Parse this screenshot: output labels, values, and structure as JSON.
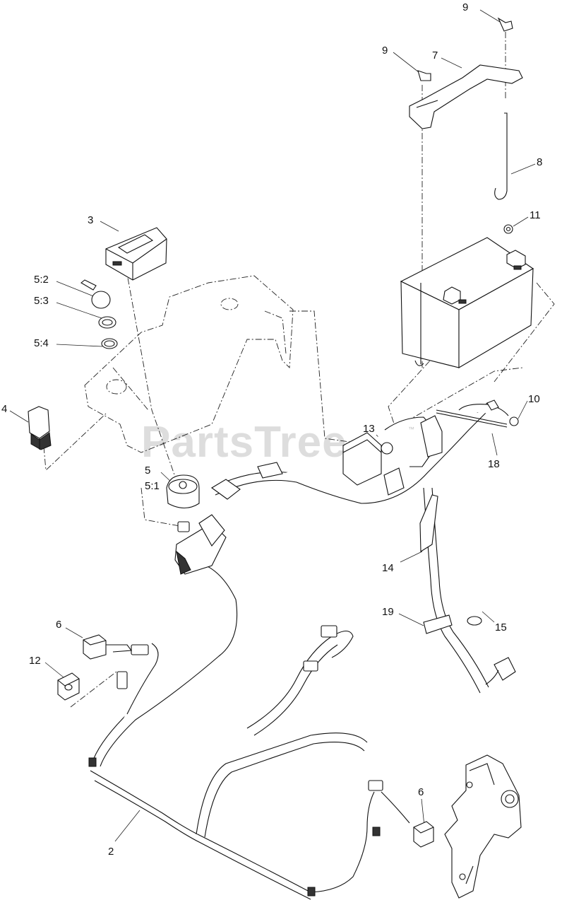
{
  "diagram": {
    "callouts": [
      {
        "id": "c9a",
        "text": "9"
      },
      {
        "id": "c9b",
        "text": "9"
      },
      {
        "id": "c7",
        "text": "7"
      },
      {
        "id": "c8",
        "text": "8"
      },
      {
        "id": "c11",
        "text": "11"
      },
      {
        "id": "c3",
        "text": "3"
      },
      {
        "id": "c52",
        "text": "5:2"
      },
      {
        "id": "c53",
        "text": "5:3"
      },
      {
        "id": "c54",
        "text": "5:4"
      },
      {
        "id": "c4",
        "text": "4"
      },
      {
        "id": "c10",
        "text": "10"
      },
      {
        "id": "c13",
        "text": "13"
      },
      {
        "id": "c18",
        "text": "18"
      },
      {
        "id": "c5",
        "text": "5"
      },
      {
        "id": "c51",
        "text": "5:1"
      },
      {
        "id": "c14",
        "text": "14"
      },
      {
        "id": "c19",
        "text": "19"
      },
      {
        "id": "c15",
        "text": "15"
      },
      {
        "id": "c6a",
        "text": "6"
      },
      {
        "id": "c12",
        "text": "12"
      },
      {
        "id": "c6b",
        "text": "6"
      },
      {
        "id": "c2",
        "text": "2"
      }
    ]
  },
  "watermark": {
    "text": "PartsTree",
    "tm": "™"
  }
}
